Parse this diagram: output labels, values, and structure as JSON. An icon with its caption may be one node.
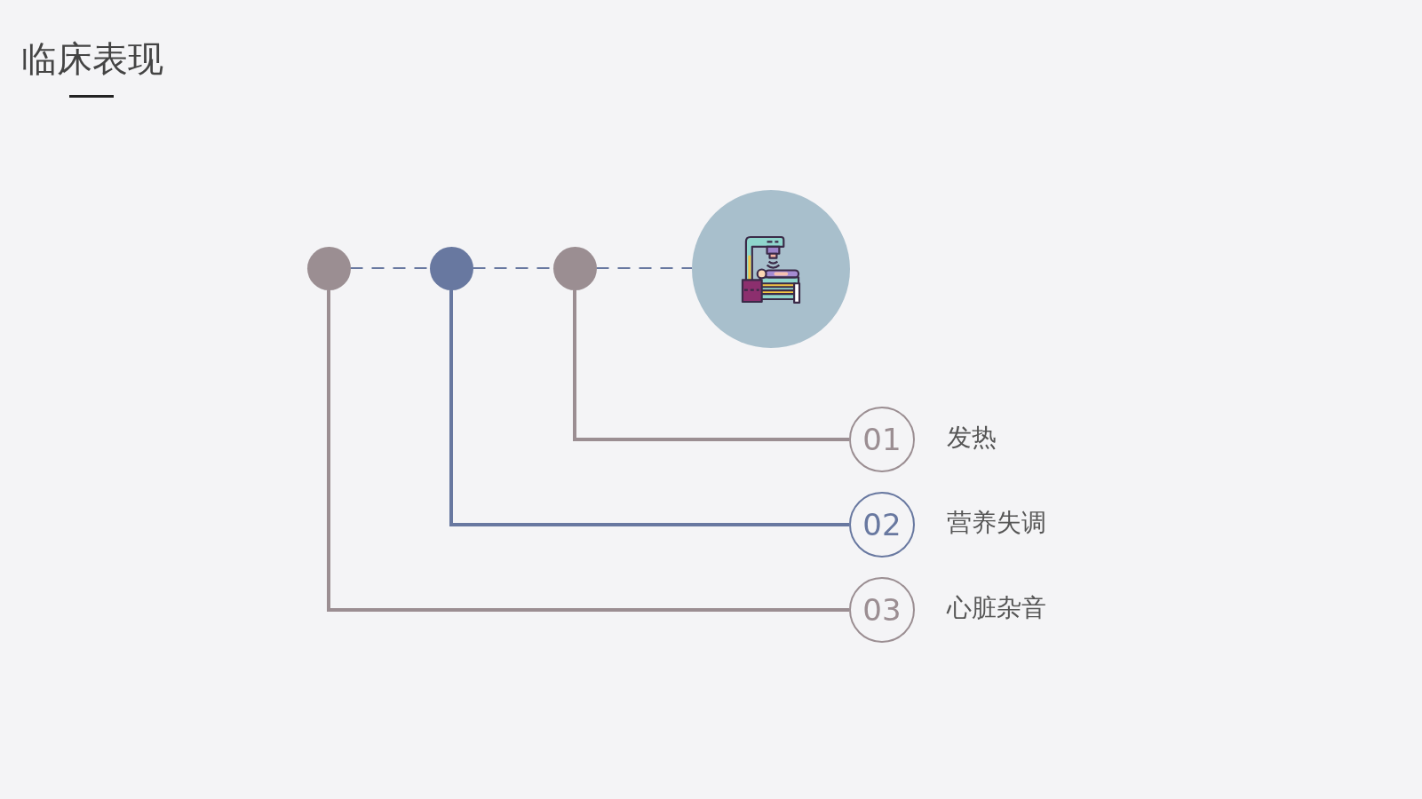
{
  "diagram": {
    "title": "临床表现",
    "nodes": [
      {
        "text": [],
        "shape": "circle"
      },
      {
        "text": [],
        "shape": "circle"
      },
      {
        "text": [],
        "shape": "circle"
      },
      {
        "text": [],
        "shape": "picture"
      },
      {
        "text": [
          "01"
        ],
        "beside": [
          "发热"
        ]
      },
      {
        "text": [
          "02"
        ],
        "beside": [
          "营养失调"
        ]
      },
      {
        "text": [
          "03"
        ],
        "beside": [
          "心脏杂音"
        ]
      }
    ],
    "edges": [
      {
        "from": 0,
        "to": 1,
        "arrow": "none",
        "style": "dashed"
      },
      {
        "from": 1,
        "to": 2,
        "arrow": "none",
        "style": "dashed"
      },
      {
        "from": 2,
        "to": 3,
        "arrow": "none",
        "style": "dashed"
      },
      {
        "from": 2,
        "to": 4,
        "arrow": "none",
        "color": "#9b8e92"
      },
      {
        "from": 1,
        "to": 5,
        "arrow": "none"
      },
      {
        "from": 0,
        "to": 6,
        "arrow": "none",
        "color": "#9b8e92"
      }
    ]
  }
}
